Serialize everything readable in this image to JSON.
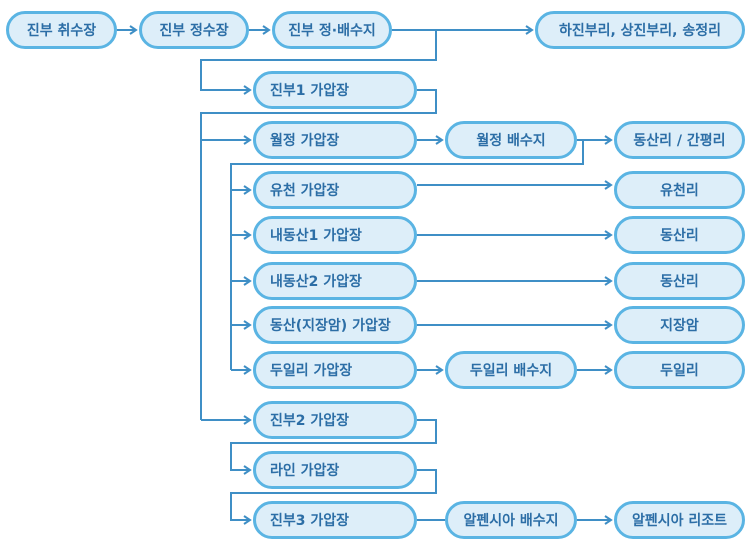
{
  "nodes": {
    "jinbu_intake": "진부 취수장",
    "jinbu_purification": "진부 정수장",
    "jinbu_reservoir": "진부 정·배수지",
    "hajinbu": "하진부리, 상진부리, 송정리",
    "jinbu1_booster": "진부1 가압장",
    "woljeong_booster": "월정 가압장",
    "woljeong_reservoir": "월정 배수지",
    "dongsan_ganpyeong": "동산리 / 간평리",
    "yucheon_booster": "유천 가압장",
    "yucheon_ri": "유천리",
    "naedongsan1_booster": "내동산1 가압장",
    "dongsan_ri_1": "동산리",
    "naedongsan2_booster": "내동산2 가압장",
    "dongsan_ri_2": "동산리",
    "jijangam_booster": "동산(지장암) 가압장",
    "jijangam": "지장암",
    "duil_booster": "두일리 가압장",
    "duil_reservoir": "두일리 배수지",
    "duil_ri": "두일리",
    "jinbu2_booster": "진부2 가압장",
    "line_booster": "라인 가압장",
    "jinbu3_booster": "진부3 가압장",
    "alpensia_reservoir": "알펜시아 배수지",
    "alpensia_resort": "알펜시아 리조트"
  },
  "colors": {
    "line": "#3f8fc6",
    "border": "#5ab4e3",
    "fill": "#ddeef9",
    "text": "#2c6ea6"
  }
}
